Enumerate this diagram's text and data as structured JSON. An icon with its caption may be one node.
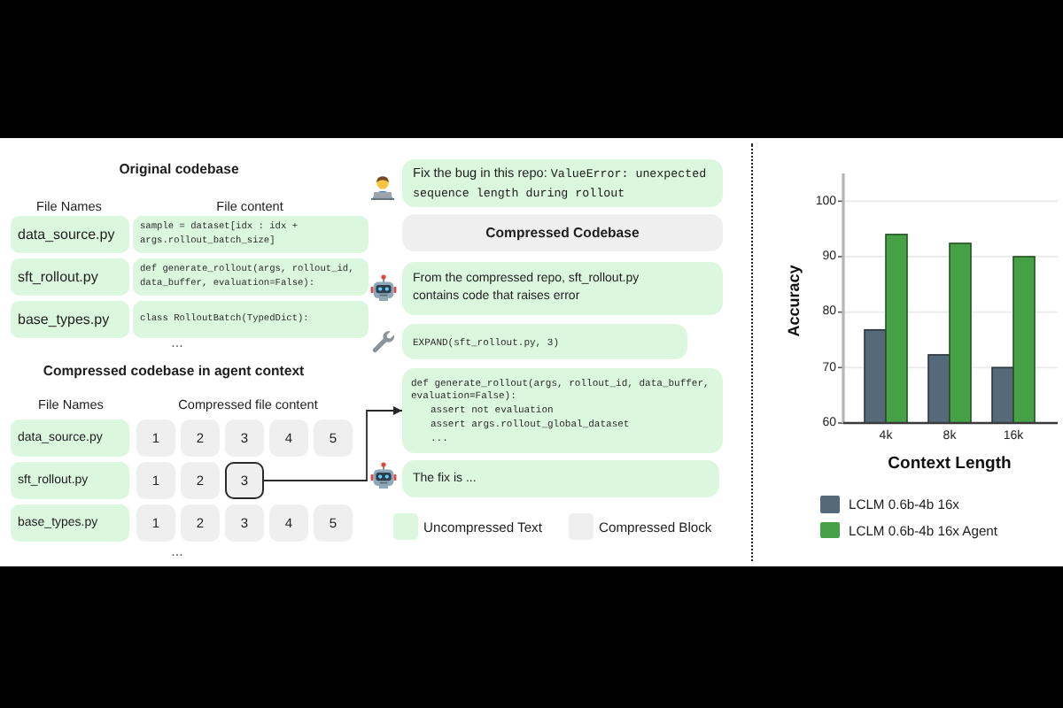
{
  "diagram": {
    "nodes": [
      {
        "text": [
          "data_source.py"
        ]
      },
      {
        "text": [
          "sample = dataset[idx : idx + args.rollout_batch_size]"
        ]
      },
      {
        "text": [
          "sft_rollout.py"
        ]
      },
      {
        "text": [
          "def generate_rollout(args, rollout_id, data_buffer, evaluation=False):"
        ]
      },
      {
        "text": [
          "base_types.py"
        ]
      },
      {
        "text": [
          "class RolloutBatch(TypedDict):"
        ]
      },
      {
        "text": [
          "data_source.py"
        ]
      },
      {
        "text": [
          "1"
        ]
      },
      {
        "text": [
          "2"
        ]
      },
      {
        "text": [
          "3"
        ]
      },
      {
        "text": [
          "4"
        ]
      },
      {
        "text": [
          "5"
        ]
      },
      {
        "text": [
          "sft_rollout.py"
        ]
      },
      {
        "text": [
          "1"
        ]
      },
      {
        "text": [
          "2"
        ]
      },
      {
        "text": [
          "3"
        ]
      },
      {
        "text": [
          "base_types.py"
        ]
      },
      {
        "text": [
          "1"
        ]
      },
      {
        "text": [
          "2"
        ]
      },
      {
        "text": [
          "3"
        ]
      },
      {
        "text": [
          "4"
        ]
      },
      {
        "text": [
          "5"
        ]
      },
      {
        "text": [
          "Fix the bug in this repo:",
          "ValueError: unexpected sequence length during rollout"
        ]
      },
      {
        "text": [
          "Compressed Codebase"
        ]
      },
      {
        "text": [
          "From the compressed repo, sft_rollout.py contains code that raises error"
        ]
      },
      {
        "text": [
          "EXPAND(sft_rollout.py, 3)"
        ]
      },
      {
        "text": [
          "def generate_rollout(args, rollout_id, data_buffer, evaluation=False):",
          "assert not evaluation",
          "assert args.rollout_global_dataset",
          "..."
        ]
      },
      {
        "text": [
          "The fix is ..."
        ]
      }
    ],
    "edges": [
      {
        "from": 15,
        "to": 26,
        "arrow": "to"
      }
    ],
    "labels": [
      "Original codebase",
      "File Names",
      "File content",
      "...",
      "Compressed codebase in agent context",
      "File Names",
      "Compressed file content",
      "..."
    ],
    "legend": [
      {
        "text": "Uncompressed Text",
        "color": "#dbf8df"
      },
      {
        "text": "Compressed Block",
        "color": "#efefef"
      }
    ],
    "chart_data": {
      "type": "bar",
      "xlabel": "Context Length",
      "ylabel": "Accuracy",
      "categories": [
        "4k",
        "8k",
        "16k"
      ],
      "series": [
        {
          "name": "LCLM 0.6b-4b 16x",
          "color": "#56697a",
          "values": [
            76.8,
            72.3,
            70.0
          ]
        },
        {
          "name": "LCLM 0.6b-4b 16x Agent",
          "color": "#46a046",
          "values": [
            94.0,
            92.4,
            90.0
          ]
        }
      ],
      "ylim": [
        60,
        105
      ],
      "yticks": [
        60,
        70,
        80,
        90,
        100
      ],
      "grid": true,
      "legend": "bottom"
    }
  }
}
